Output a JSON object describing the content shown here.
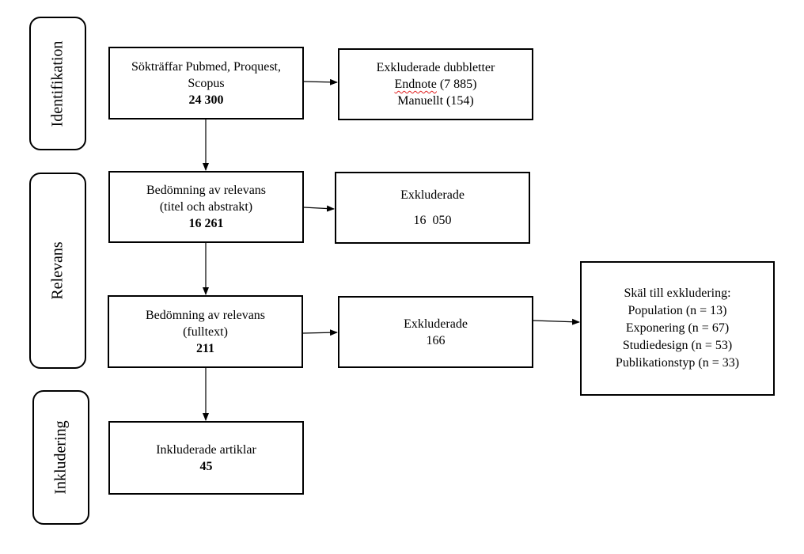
{
  "stages": {
    "identification": "Identifikation",
    "relevance": "Relevans",
    "inclusion": "Inkludering"
  },
  "boxes": {
    "search_hits": {
      "lines": [
        "Sökträffar Pubmed, Proquest,",
        "Scopus"
      ],
      "count": "24 300"
    },
    "duplicates": {
      "title": "Exkluderade dubbletter",
      "endnote_label": "Endnote",
      "endnote_value": "(7 885)",
      "manual": "Manuellt (154)"
    },
    "relevance_abstract": {
      "lines": [
        "Bedömning av relevans",
        "(titel och abstrakt)"
      ],
      "count": "16 261"
    },
    "excluded_abstract": {
      "title": "Exkluderade",
      "count": "16  050"
    },
    "relevance_fulltext": {
      "lines": [
        "Bedömning av relevans",
        "(fulltext)"
      ],
      "count": "211"
    },
    "excluded_fulltext": {
      "title": "Exkluderade",
      "count": "166"
    },
    "exclusion_reasons": {
      "title": "Skäl till exkludering:",
      "reasons": [
        "Population (n = 13)",
        "Exponering (n = 67)",
        "Studiedesign (n = 53)",
        "Publikationstyp (n = 33)"
      ]
    },
    "included": {
      "title": "Inkluderade artiklar",
      "count": "45"
    }
  }
}
